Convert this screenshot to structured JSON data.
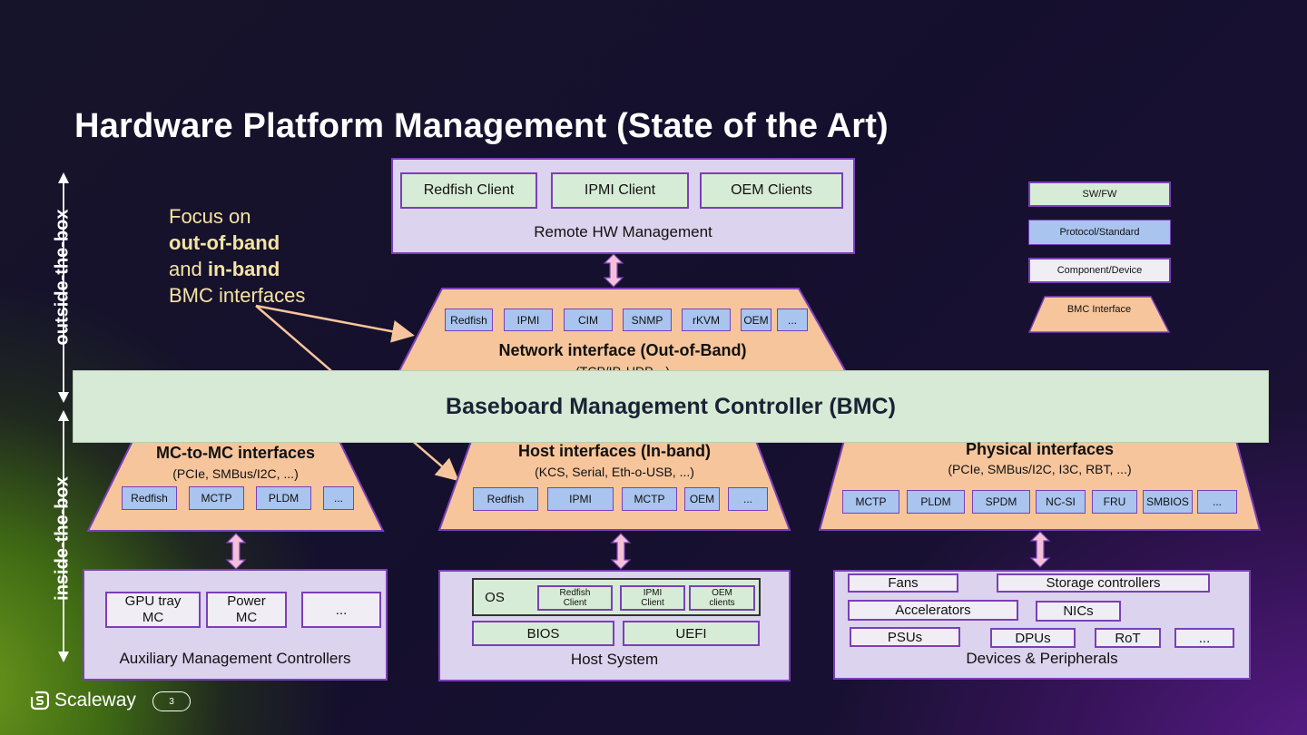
{
  "title": "Hardware Platform Management (State of the Art)",
  "side_labels": {
    "outside": "outside-the-box",
    "inside": "inside-the-box"
  },
  "focus": {
    "line1": "Focus on",
    "line2": "out-of-band",
    "line3_pre": "and",
    "line3_bold": "in-band",
    "line4": "BMC interfaces"
  },
  "remote": {
    "clients": [
      "Redfish Client",
      "IPMI Client",
      "OEM Clients"
    ],
    "label": "Remote HW Management"
  },
  "legend": [
    "SW/FW",
    "Protocol/Standard",
    "Component/Device",
    "BMC Interface"
  ],
  "network": {
    "protocols": [
      "Redfish",
      "IPMI",
      "CIM",
      "SNMP",
      "rKVM",
      "OEM",
      "..."
    ],
    "title": "Network interface  (Out-of-Band)",
    "subtitle": "(TCP/IP, UDP,...)"
  },
  "bmc": "Baseboard Management Controller (BMC)",
  "mc": {
    "title": "MC-to-MC interfaces",
    "subtitle": "(PCIe, SMBus/I2C, ...)",
    "protocols": [
      "Redfish",
      "MCTP",
      "PLDM",
      "..."
    ]
  },
  "host_if": {
    "title": "Host interfaces (In-band)",
    "subtitle": "(KCS, Serial, Eth-o-USB, ...)",
    "protocols": [
      "Redfish",
      "IPMI",
      "MCTP",
      "OEM",
      "..."
    ]
  },
  "phys": {
    "title": "Physical interfaces",
    "subtitle": "(PCIe, SMBus/I2C, I3C, RBT, ...)",
    "protocols": [
      "MCTP",
      "PLDM",
      "SPDM",
      "NC-SI",
      "FRU",
      "SMBIOS",
      "..."
    ]
  },
  "aux": {
    "items": [
      "GPU tray\nMC",
      "Power\nMC",
      "..."
    ],
    "label": "Auxiliary Management Controllers"
  },
  "host_sys": {
    "os": "OS",
    "os_clients": [
      "Redfish\nClient",
      "IPMI\nClient",
      "OEM\nclients"
    ],
    "firmware": [
      "BIOS",
      "UEFI"
    ],
    "label": "Host System"
  },
  "devices": {
    "items": [
      "Fans",
      "Storage controllers",
      "Accelerators",
      "NICs",
      "PSUs",
      "DPUs",
      "RoT",
      "..."
    ],
    "label": "Devices & Peripherals"
  },
  "footer": {
    "brand": "Scaleway",
    "page": "3"
  },
  "colors": {
    "interface_fill": "#f7c59c",
    "border": "#7b3fb8",
    "sw_fill": "#d7ecd6",
    "protocol_fill": "#a9c4ee",
    "component_fill": "#dcd3ee",
    "arrow_color": "#f7c59c"
  }
}
